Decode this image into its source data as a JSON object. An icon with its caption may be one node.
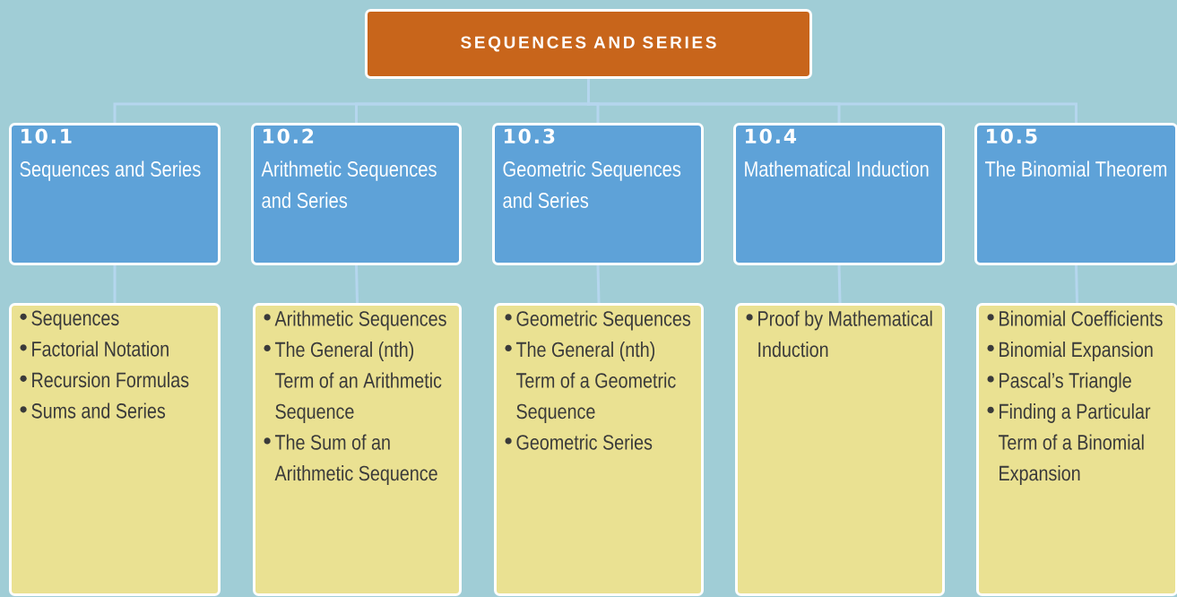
{
  "diagram": {
    "nodes": [
      {
        "text": [
          "SEQUENCES AND SERIES"
        ]
      },
      {
        "text": [
          "10.1",
          "Sequences and Series"
        ]
      },
      {
        "text": [
          "10.2",
          "Arithmetic Sequences and Series"
        ]
      },
      {
        "text": [
          "10.3",
          "Geometric Sequences and Series"
        ]
      },
      {
        "text": [
          "10.4",
          "Mathematical Induction"
        ]
      },
      {
        "text": [
          "10.5",
          "The Binomial Theorem"
        ]
      },
      {
        "text": [
          "Sequences",
          "Factorial Notation",
          "Recursion Formulas",
          "Sums and Series"
        ]
      },
      {
        "text": [
          "Arithmetic Sequences",
          "The General (nth) Term of an Arithmetic Sequence",
          "The Sum of an Arithmetic Sequence"
        ]
      },
      {
        "text": [
          "Geometric Sequences",
          "The General (nth) Term of a Geometric Sequence",
          "Geometric Series"
        ]
      },
      {
        "text": [
          "Proof by Mathematical Induction"
        ]
      },
      {
        "text": [
          "Binomial Coefficients",
          "Binomial Expansion",
          "Pascal’s Triangle",
          "Finding a Particular Term of a Binomial Expansion"
        ]
      }
    ],
    "edges": [
      {
        "from": 0,
        "to": 1,
        "arrow": "none"
      },
      {
        "from": 0,
        "to": 2,
        "arrow": "none"
      },
      {
        "from": 0,
        "to": 3,
        "arrow": "none"
      },
      {
        "from": 0,
        "to": 4,
        "arrow": "none"
      },
      {
        "from": 0,
        "to": 5,
        "arrow": "none"
      },
      {
        "from": 1,
        "to": 6,
        "arrow": "none"
      },
      {
        "from": 2,
        "to": 7,
        "arrow": "none"
      },
      {
        "from": 3,
        "to": 8,
        "arrow": "none"
      },
      {
        "from": 4,
        "to": 9,
        "arrow": "none"
      },
      {
        "from": 5,
        "to": 10,
        "arrow": "none"
      }
    ]
  }
}
